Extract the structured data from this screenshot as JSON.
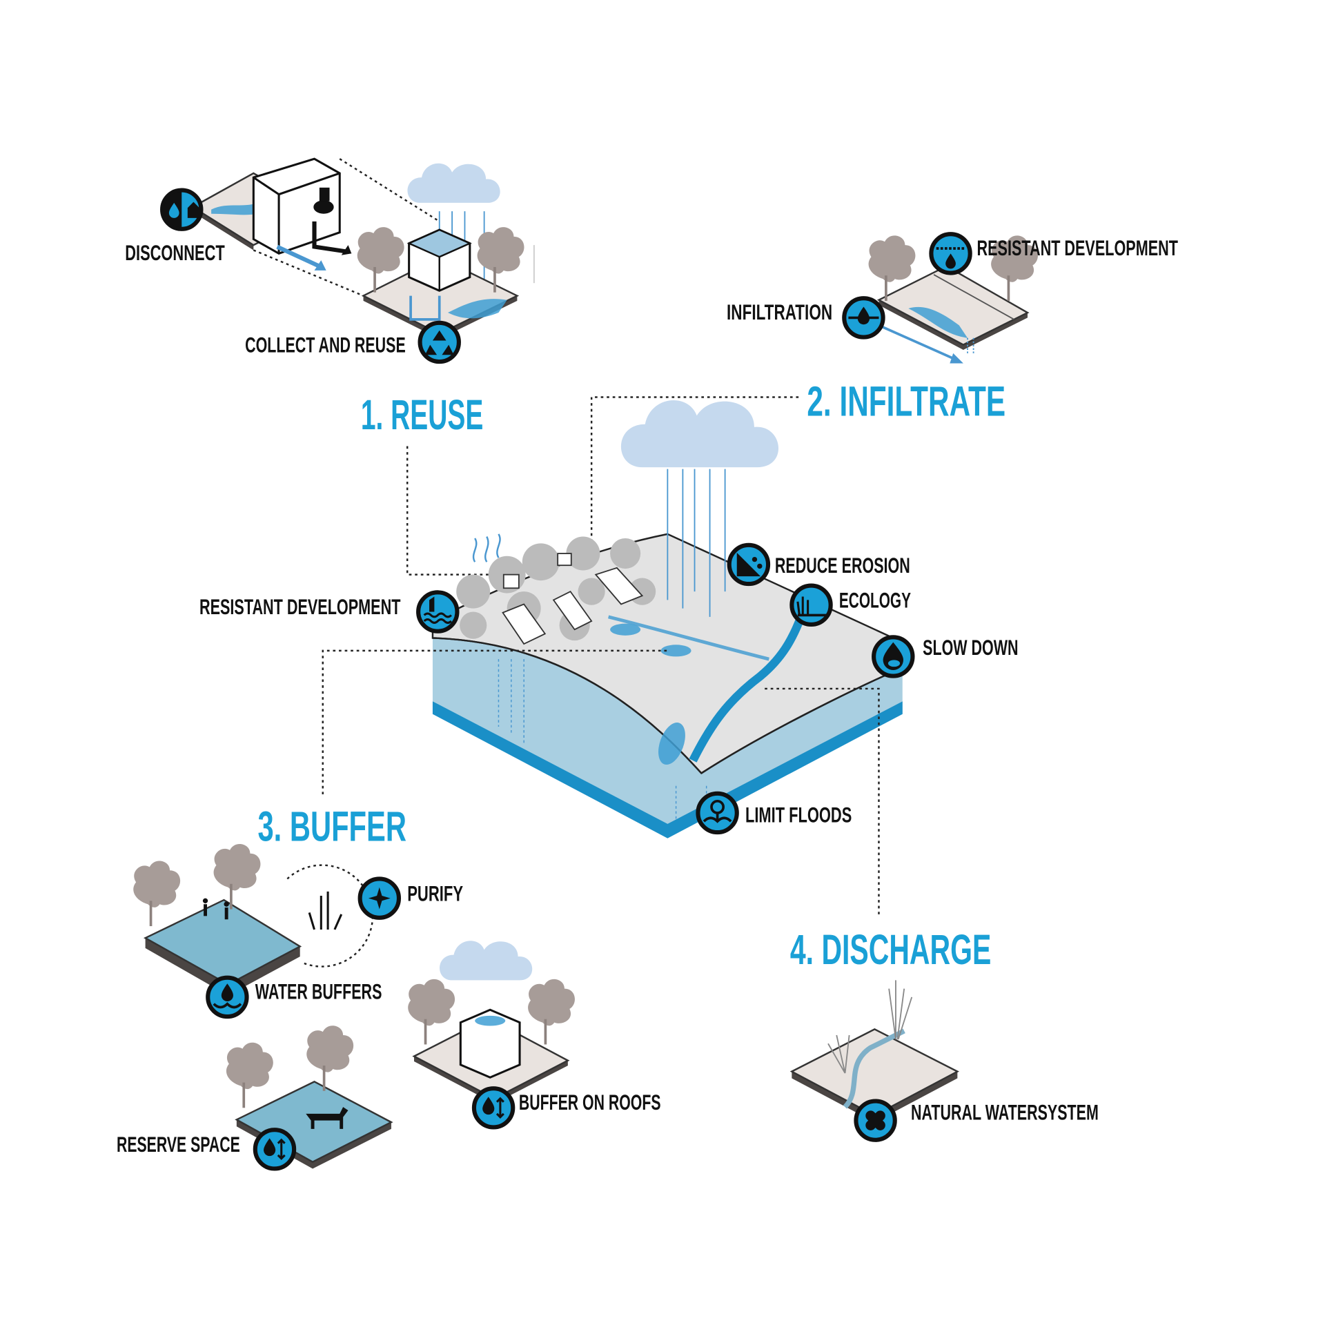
{
  "colors": {
    "accent": "#1aa0d6",
    "icon_fill": "#1ba1d8",
    "water": "#a9cfe1",
    "water_edge": "#1a8fc7",
    "terrain": "#e3e3e3"
  },
  "sections": {
    "reuse": {
      "title": "1. REUSE",
      "items": [
        {
          "label": "DISCONNECT",
          "icon": "drop-house-icon"
        },
        {
          "label": "COLLECT AND REUSE",
          "icon": "recycle-icon"
        }
      ]
    },
    "infiltrate": {
      "title": "2. INFILTRATE",
      "items": [
        {
          "label": "RESISTANT DEVELOPMENT",
          "icon": "drop-under-line-icon"
        },
        {
          "label": "INFILTRATION",
          "icon": "drop-infiltration-icon"
        }
      ]
    },
    "buffer": {
      "title": "3. BUFFER",
      "items": [
        {
          "label": "PURIFY",
          "icon": "sparkle-icon"
        },
        {
          "label": "WATER BUFFERS",
          "icon": "drop-wave-icon"
        },
        {
          "label": "BUFFER ON ROOFS",
          "icon": "drop-arrows-icon"
        },
        {
          "label": "RESERVE SPACE",
          "icon": "drop-arrows-icon"
        }
      ]
    },
    "discharge": {
      "title": "4. DISCHARGE",
      "items": [
        {
          "label": "NATURAL WATERSYSTEM",
          "icon": "bandage-icon"
        }
      ]
    }
  },
  "central": {
    "items": [
      {
        "label": "RESISTANT DEVELOPMENT",
        "icon": "house-water-icon"
      },
      {
        "label": "REDUCE EROSION",
        "icon": "landslide-icon"
      },
      {
        "label": "ECOLOGY",
        "icon": "reed-icon"
      },
      {
        "label": "SLOW DOWN",
        "icon": "drop-turtle-icon"
      },
      {
        "label": "LIMIT FLOODS",
        "icon": "flood-icon"
      }
    ]
  }
}
